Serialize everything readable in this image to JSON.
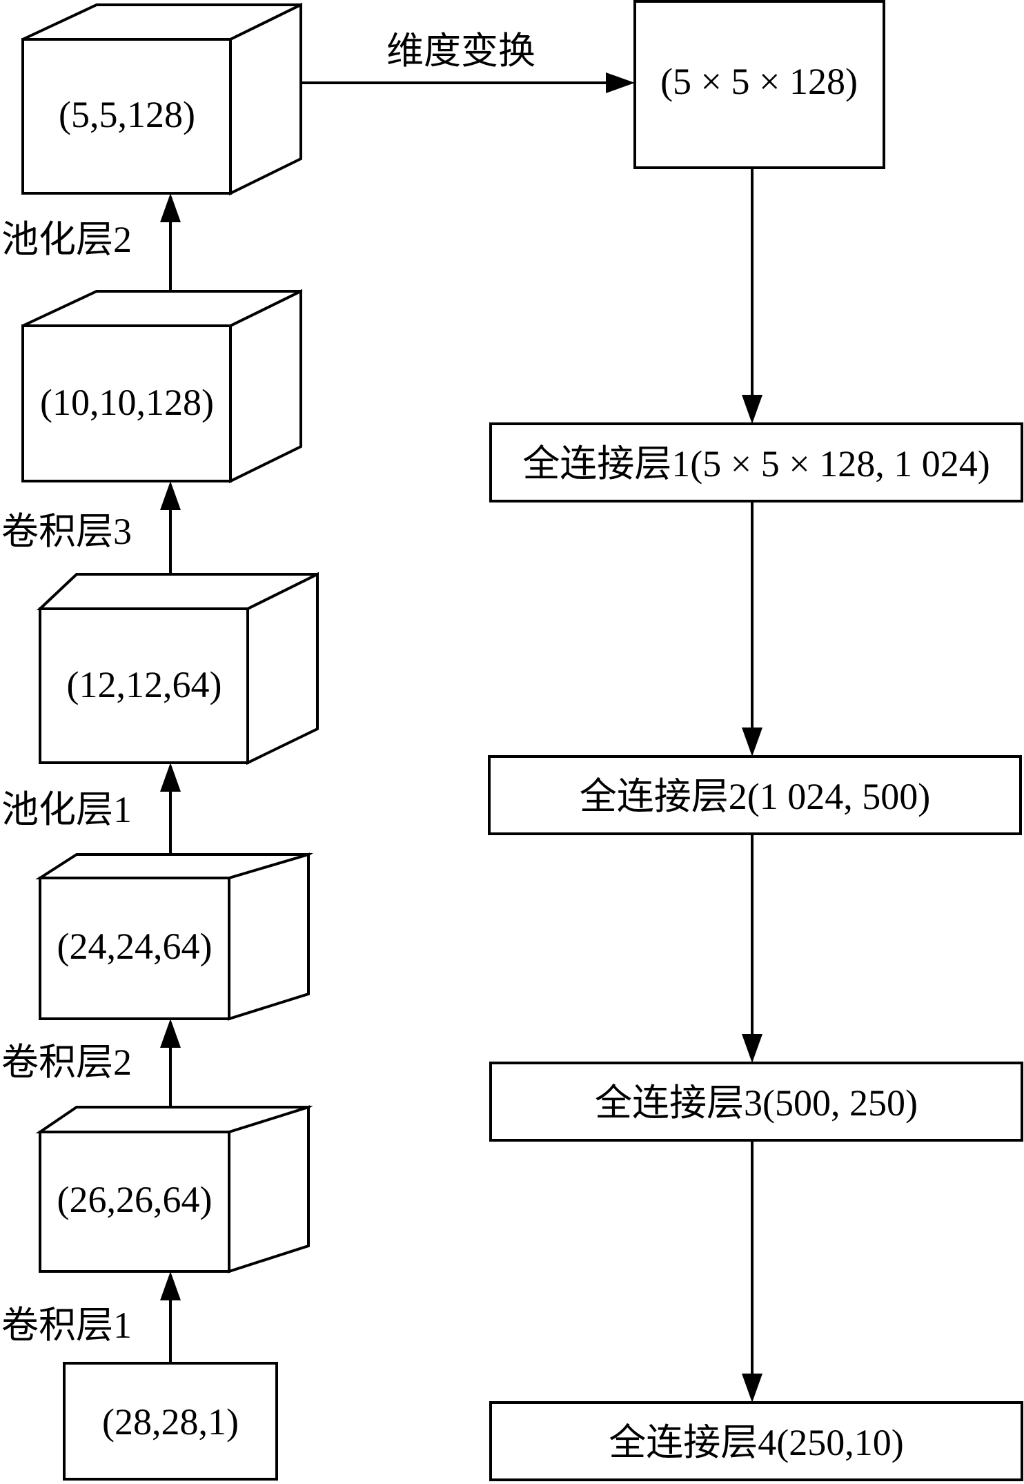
{
  "diagram": {
    "cnn_stack": [
      {
        "id": "input",
        "label": "(28,28,1)",
        "shape": "rect"
      },
      {
        "id": "conv1-out",
        "label": "(26,26,64)",
        "shape": "cube"
      },
      {
        "id": "conv2-out",
        "label": "(24,24,64)",
        "shape": "cube"
      },
      {
        "id": "pool1-out",
        "label": "(12,12,64)",
        "shape": "cube"
      },
      {
        "id": "conv3-out",
        "label": "(10,10,128)",
        "shape": "cube"
      },
      {
        "id": "pool2-out",
        "label": "(5,5,128)",
        "shape": "cube"
      }
    ],
    "layer_labels": [
      "卷积层1",
      "卷积层2",
      "池化层1",
      "卷积层3",
      "池化层2"
    ],
    "reshape_label": "维度变换",
    "reshape_box": "(5 × 5 × 128)",
    "fc_layers": [
      "全连接层1(5 × 5 × 128, 1 024)",
      "全连接层2(1 024, 500)",
      "全连接层3(500, 250)",
      "全连接层4(250,10)"
    ]
  }
}
